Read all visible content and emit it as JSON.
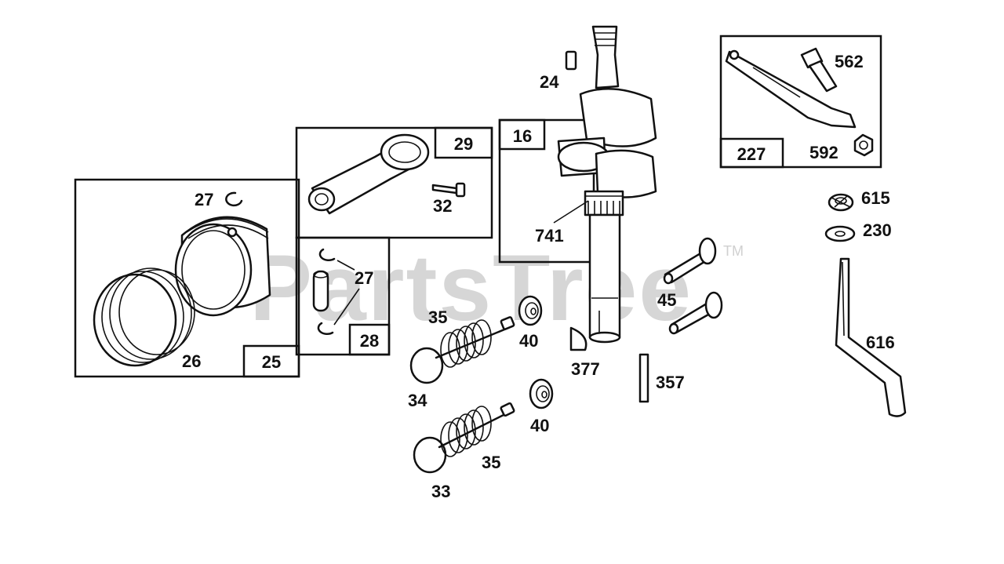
{
  "watermark": {
    "text": "PartsTree",
    "tm": "TM"
  },
  "boxes": [
    {
      "id": "box-25",
      "label": "25"
    },
    {
      "id": "box-28",
      "label": "28"
    },
    {
      "id": "box-29",
      "label": "29"
    },
    {
      "id": "box-16",
      "label": "16"
    },
    {
      "id": "box-227",
      "label": "227"
    }
  ],
  "callouts": {
    "c24": "24",
    "c27a": "27",
    "c27b": "27",
    "c32": "32",
    "c26": "26",
    "c741": "741",
    "c562": "562",
    "c592": "592",
    "c615": "615",
    "c230": "230",
    "c45": "45",
    "c616": "616",
    "c35a": "35",
    "c40a": "40",
    "c377": "377",
    "c357": "357",
    "c34": "34",
    "c40b": "40",
    "c35b": "35",
    "c33": "33"
  },
  "colors": {
    "ink": "#111111",
    "watermark": "#d6d6d6",
    "background": "#ffffff"
  }
}
